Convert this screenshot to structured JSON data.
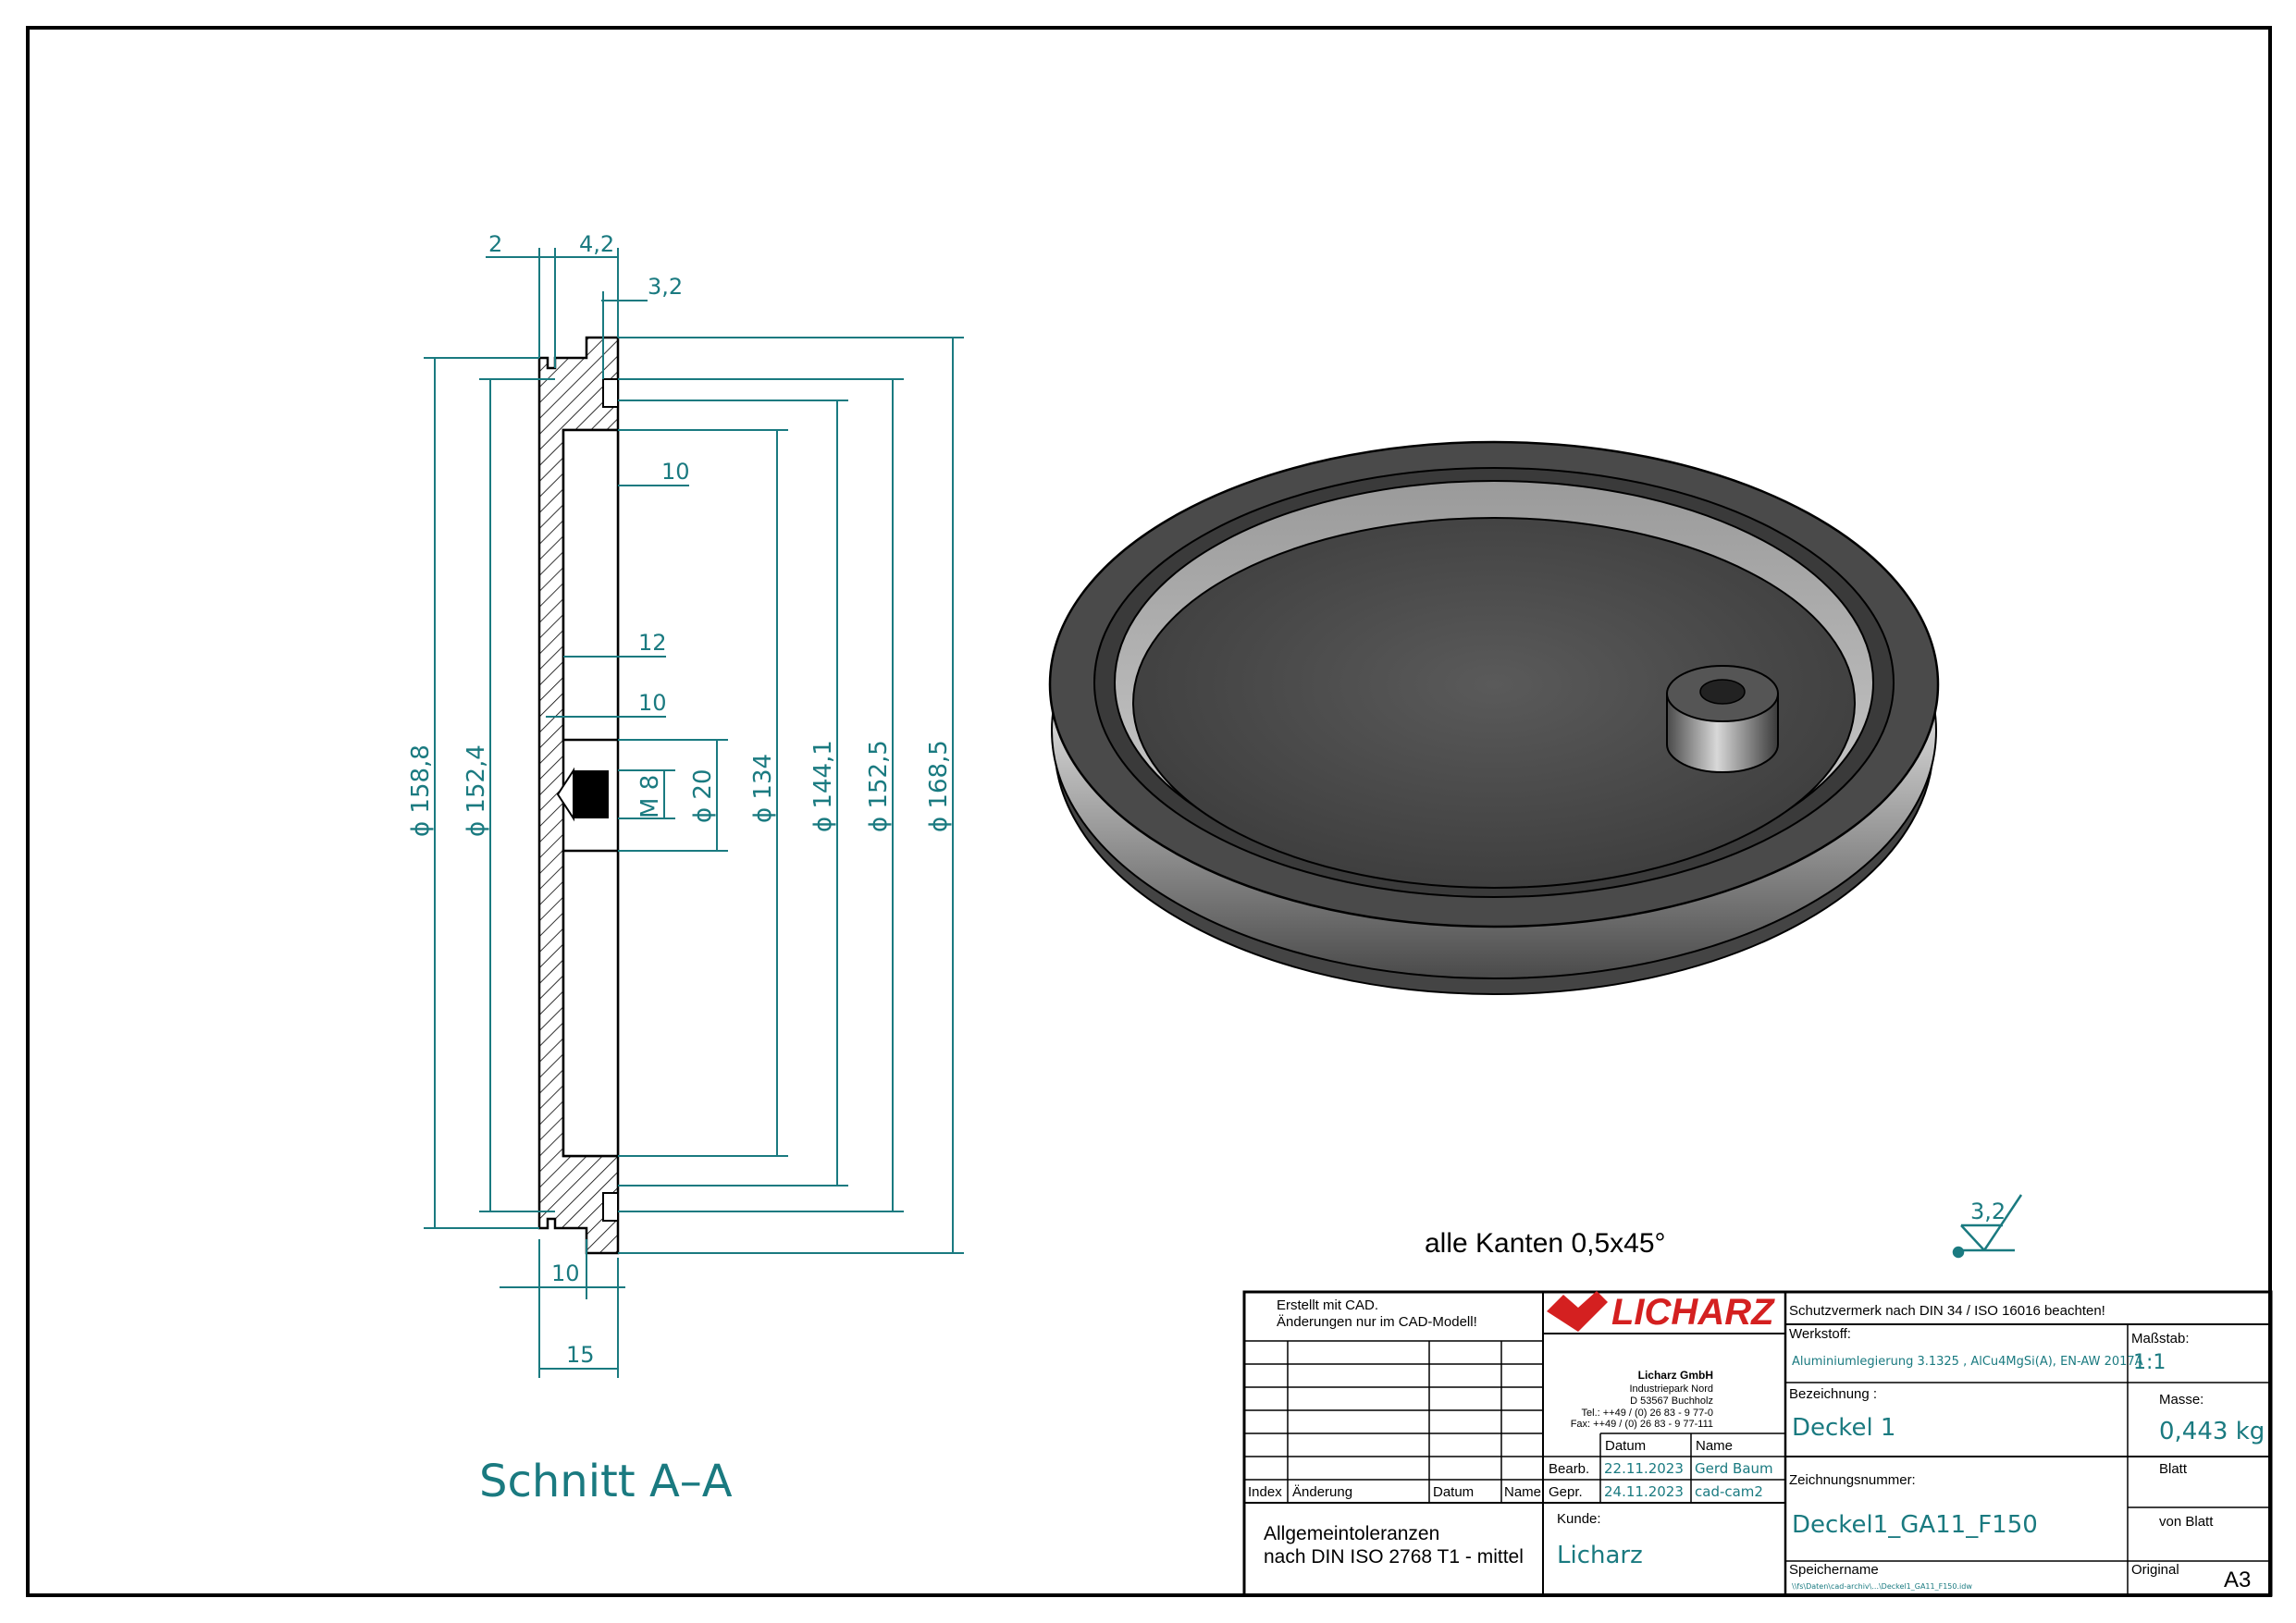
{
  "section_view": {
    "title": "Schnitt A–A",
    "dims": {
      "d1": "2",
      "d2": "4,2",
      "d3": "3,2",
      "d4": "10",
      "d5": "12",
      "d6": "10",
      "d7": "10",
      "d8": "15",
      "dia1": "ϕ 158,8",
      "dia2": "ϕ 152,4",
      "dia3": "ϕ 134",
      "dia4": "ϕ 144,1",
      "dia5": "ϕ 152,5",
      "dia6": "ϕ 168,5",
      "dia7": "ϕ 20",
      "thread": "M 8"
    }
  },
  "notes": {
    "edges": "alle Kanten 0,5x45°",
    "roughness": "3,2"
  },
  "title_block": {
    "cad_note_1": "Erstellt mit CAD.",
    "cad_note_2": "Änderungen nur im CAD-Modell!",
    "rev_headers": [
      "Index",
      "Änderung",
      "Datum",
      "Name"
    ],
    "tolerance_1": "Allgemeintoleranzen",
    "tolerance_2": "nach DIN ISO 2768 T1 - mittel",
    "logo": "LICHARZ",
    "company": {
      "name": "Licharz GmbH",
      "street": "Industriepark Nord",
      "city": "D 53567 Buchholz",
      "tel": "Tel.: ++49 / (0) 26 83 - 9 77-0",
      "fax": "Fax: ++49 / (0) 26 83 - 9 77-111"
    },
    "datum_label": "Datum",
    "name_label": "Name",
    "bearb_label": "Bearb.",
    "bearb_date": "22.11.2023",
    "bearb_name": "Gerd Baum",
    "gepr_label": "Gepr.",
    "gepr_date": "24.11.2023",
    "gepr_name": "cad-cam2",
    "kunde_label": "Kunde:",
    "kunde": "Licharz",
    "protection": "Schutzvermerk nach DIN 34 / ISO 16016 beachten!",
    "werkstoff_label": "Werkstoff:",
    "werkstoff": "Aluminiumlegierung 3.1325 , AlCu4MgSi(A), EN-AW 2017A",
    "massstab_label": "Maßstab:",
    "massstab": "1:1",
    "bezeichnung_label": "Bezeichnung :",
    "bezeichnung": "Deckel 1",
    "masse_label": "Masse:",
    "masse": "0,443 kg",
    "blatt_label": "Blatt",
    "von_blatt_label": "von Blatt",
    "zeichnungsnummer_label": "Zeichnungsnummer:",
    "zeichnungsnummer": "Deckel1_GA11_F150",
    "speichername_label": "Speichername",
    "speichername": "\\\\fs\\Daten\\cad-archiv\\...\\Deckel1_GA11_F150.idw",
    "original_label": "Original",
    "format": "A3"
  }
}
